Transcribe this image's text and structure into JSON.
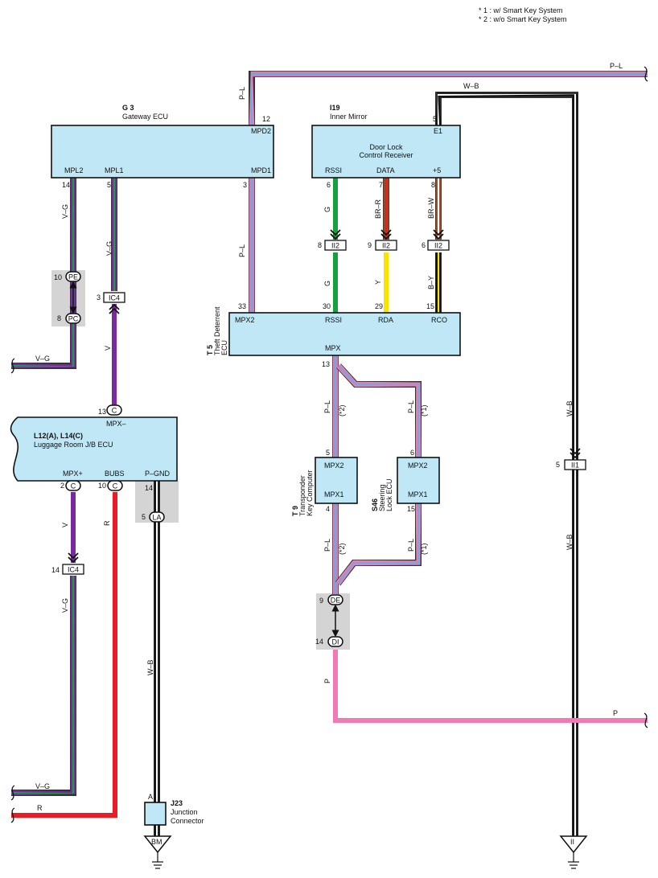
{
  "notes": {
    "n1": "* 1 : w/ Smart Key System",
    "n2": "* 2 : w/o Smart Key System"
  },
  "colors": {
    "ecu_fill": "#bfe7f6",
    "splice_bg": "#d4d4d4",
    "P": "#f07ab4",
    "L": "#5ab2e8",
    "V": "#7a2aa0",
    "G": "#17a040",
    "R": "#ec1c24",
    "Y": "#f8e400",
    "BR": "#9c4a22",
    "B": "#111111",
    "W": "#ffffff"
  },
  "components": {
    "g3": {
      "code": "G 3",
      "name": "Gateway ECU",
      "pins": {
        "mpd2": "MPD2",
        "mpl2": "MPL2",
        "mpl1": "MPL1",
        "mpd1": "MPD1"
      }
    },
    "i19": {
      "code": "I19",
      "name": "Inner Mirror",
      "line1": "Door Lock",
      "line2": "Control Receiver",
      "pins": {
        "e1": "E1",
        "rssi": "RSSI",
        "data": "DATA",
        "p5": "+5"
      }
    },
    "t5": {
      "code": "T 5",
      "name1": "Theft Deterrent",
      "name2": "ECU",
      "pins": {
        "mpx2": "MPX2",
        "rssi": "RSSI",
        "rda": "RDA",
        "rco": "RCO",
        "mpx": "MPX"
      }
    },
    "l12": {
      "code": "L12(A), L14(C)",
      "name": "Luggage Room J/B ECU",
      "pins": {
        "mpxm": "MPX–",
        "mpxp": "MPX+",
        "bubs": "BUBS",
        "pgnd": "P–GND"
      }
    },
    "t9": {
      "code": "T 9",
      "name1": "Transponder",
      "name2": "Key Computer",
      "pins": {
        "mpx2": "MPX2",
        "mpx1": "MPX1"
      }
    },
    "s46": {
      "code": "S46",
      "name1": "Steering",
      "name2": "Lock ECU",
      "pins": {
        "mpx2": "MPX2",
        "mpx1": "MPX1"
      }
    },
    "j23": {
      "code": "J23",
      "name1": "Junction",
      "name2": "Connector",
      "pin": "A"
    }
  },
  "pin_numbers": {
    "g3_12": "12",
    "g3_14": "14",
    "g3_5": "5",
    "g3_3": "3",
    "i19_5": "5",
    "i19_6": "6",
    "i19_7": "7",
    "i19_8": "8",
    "ii2_8": "8",
    "ii2_9": "9",
    "ii2_6": "6",
    "t5_33": "33",
    "t5_30": "30",
    "t5_29": "29",
    "t5_15": "15",
    "t5_13": "13",
    "pe_10": "10",
    "pc_8": "8",
    "ic4_3": "3",
    "c_13": "13",
    "c_2": "2",
    "c_10": "10",
    "lgnd_14": "14",
    "la_5": "5",
    "ic4_14": "14",
    "t9_5": "5",
    "t9_4": "4",
    "s46_6": "6",
    "s46_15": "15",
    "de_9": "9",
    "di_14": "14",
    "ii1_5": "5"
  },
  "connectors": {
    "pe": "PE",
    "pc": "PC",
    "ic4": "IC4",
    "ii2": "II2",
    "c": "C",
    "la": "LA",
    "de": "DE",
    "di": "DI",
    "ii1": "II1"
  },
  "grounds": {
    "bm": "BM",
    "ii": "II"
  },
  "wire_labels": {
    "pl": "P–L",
    "wb": "W–B",
    "vg": "V–G",
    "v": "V",
    "r": "R",
    "g": "G",
    "brr": "BR–R",
    "brw": "BR–W",
    "y": "Y",
    "by": "B–Y",
    "p": "P",
    "star2": "(*2)",
    "star1": "(*1)"
  }
}
